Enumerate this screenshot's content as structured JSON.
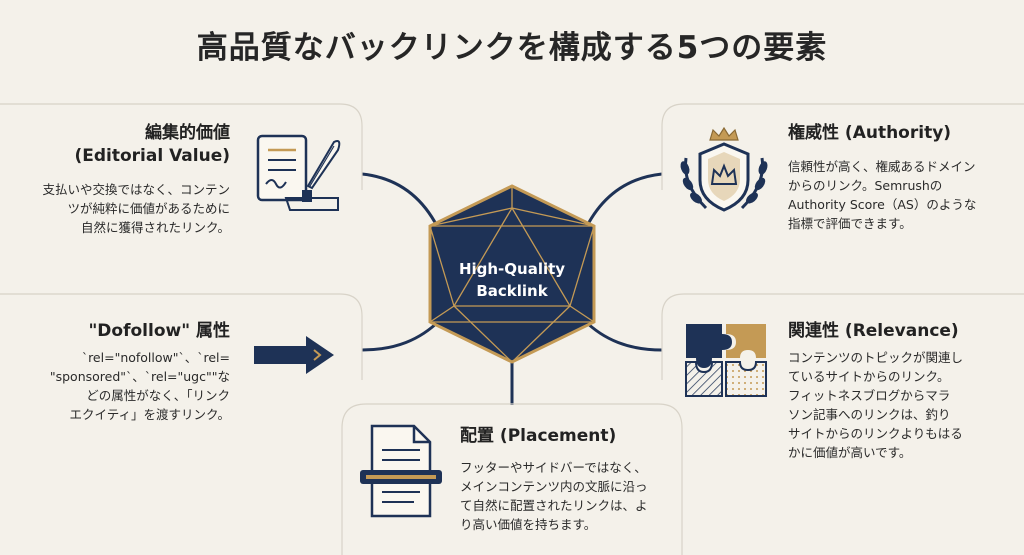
{
  "title": "高品質なバックリンクを構成する5つの要素",
  "center": {
    "line1": "High-Quality",
    "line2": "Backlink"
  },
  "colors": {
    "navy": "#1e3256",
    "gold": "#c49a55",
    "background": "#f4f1ea"
  },
  "elements": {
    "editorial": {
      "title_line1": "編集的価値",
      "title_line2": "(Editorial Value)",
      "desc_lines": [
        "支払いや交換ではなく、コンテン",
        "ツが純粋に価値があるために",
        "自然に獲得されたリンク。"
      ],
      "icon": "quill-document-icon"
    },
    "authority": {
      "title": "権威性 (Authority)",
      "desc_lines": [
        "信頼性が高く、権威あるドメイン",
        "からのリンク。Semrushの",
        "Authority Score（AS）のような",
        "指標で評価できます。"
      ],
      "icon": "crown-shield-icon"
    },
    "dofollow": {
      "title": "\"Dofollow\" 属性",
      "desc_lines": [
        "`rel=\"nofollow\"`、`rel=",
        "\"sponsored\"`、`rel=\"ugc\"\"な",
        "どの属性がなく、「リンク",
        "エクイティ」を渡すリンク。"
      ],
      "icon": "arrow-icon"
    },
    "relevance": {
      "title": "関連性 (Relevance)",
      "desc_lines": [
        "コンテンツのトピックが関連し",
        "ているサイトからのリンク。",
        "フィットネスブログからマラ",
        "ソン記事へのリンクは、釣り",
        "サイトからのリンクよりもはる",
        "かに価値が高いです。"
      ],
      "icon": "puzzle-icon"
    },
    "placement": {
      "title": "配置 (Placement)",
      "desc_lines": [
        "フッターやサイドバーではなく、",
        "メインコンテンツ内の文脈に沿っ",
        "て自然に配置されたリンクは、よ",
        "り高い価値を持ちます。"
      ],
      "icon": "document-highlight-icon"
    }
  }
}
